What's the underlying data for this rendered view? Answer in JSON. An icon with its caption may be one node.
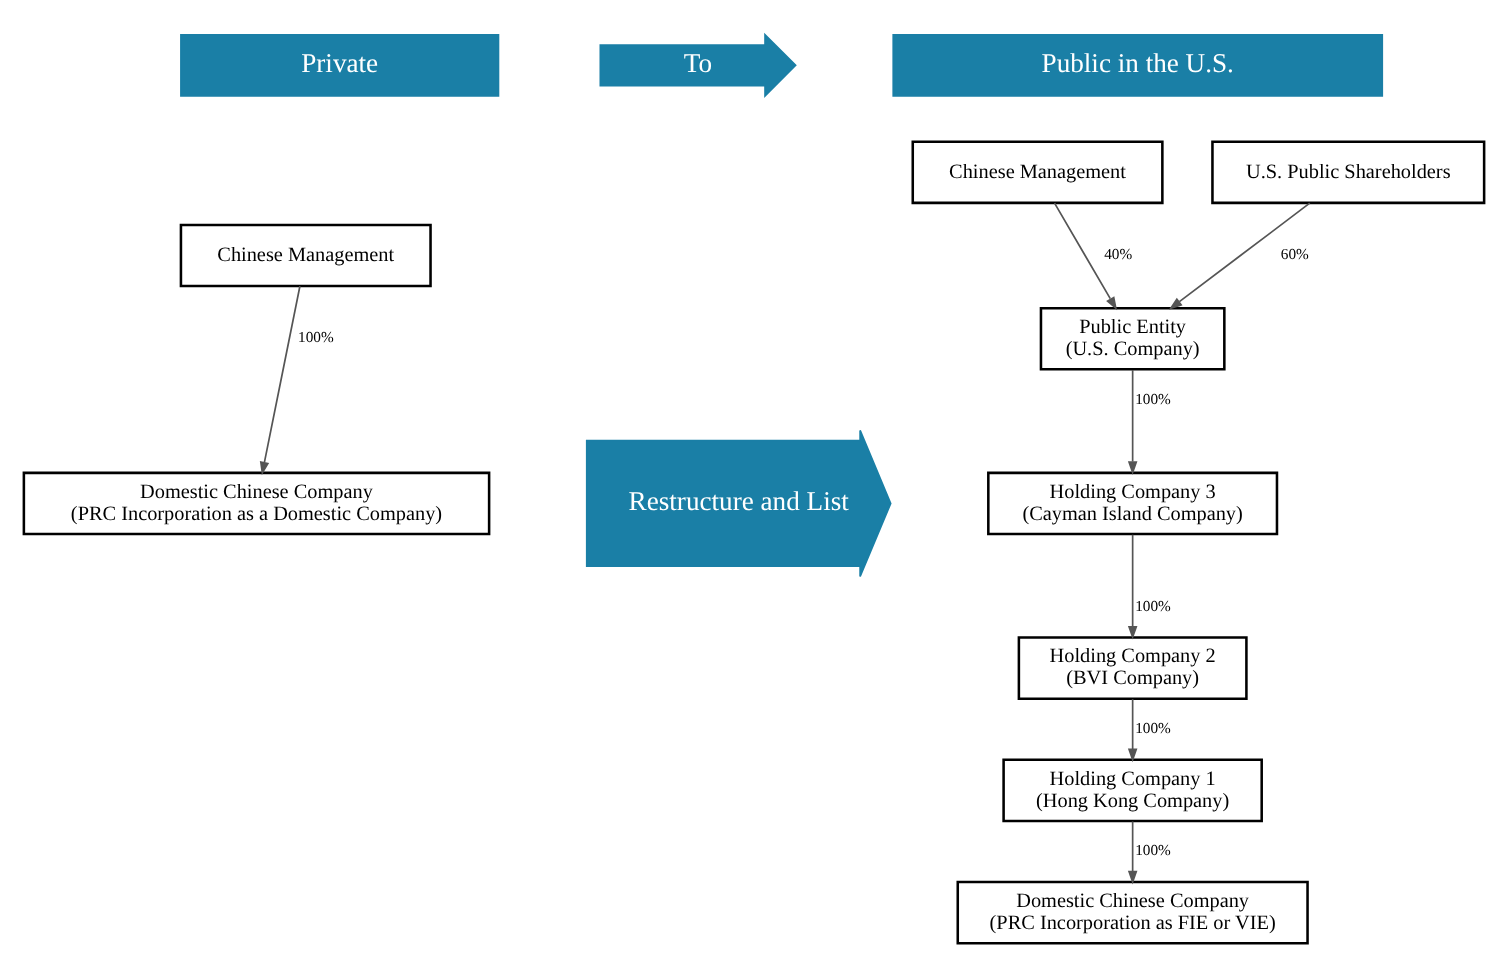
{
  "diagram": {
    "nodes": [
      {
        "text": [
          "Private"
        ]
      },
      {
        "text": [
          "To"
        ]
      },
      {
        "text": [
          "Public in the U.S."
        ]
      },
      {
        "text": [
          "Chinese Management"
        ]
      },
      {
        "text": [
          "Domestic Chinese Company",
          "(PRC Incorporation as a Domestic Company)"
        ]
      },
      {
        "text": [
          "Restructure and List"
        ]
      },
      {
        "text": [
          "Chinese Management"
        ]
      },
      {
        "text": [
          "U.S. Public Shareholders"
        ]
      },
      {
        "text": [
          "Public Entity",
          "(U.S. Company)"
        ]
      },
      {
        "text": [
          "Holding Company 3",
          "(Cayman Island Company)"
        ]
      },
      {
        "text": [
          "Holding Company 2",
          "(BVI Company)"
        ]
      },
      {
        "text": [
          "Holding Company 1",
          "(Hong Kong Company)"
        ]
      },
      {
        "text": [
          "Domestic Chinese Company",
          "(PRC Incorporation as FIE or VIE)"
        ]
      }
    ],
    "edges": [
      {
        "from": 3,
        "to": 4,
        "arrow": "to",
        "label": "100%"
      },
      {
        "from": 6,
        "to": 8,
        "arrow": "to",
        "label": "40%"
      },
      {
        "from": 7,
        "to": 8,
        "arrow": "to",
        "label": "60%"
      },
      {
        "from": 8,
        "to": 9,
        "arrow": "to",
        "label": "100%"
      },
      {
        "from": 9,
        "to": 10,
        "arrow": "to",
        "label": "100%"
      },
      {
        "from": 10,
        "to": 11,
        "arrow": "to",
        "label": "100%"
      },
      {
        "from": 11,
        "to": 12,
        "arrow": "to",
        "label": "100%"
      }
    ]
  }
}
